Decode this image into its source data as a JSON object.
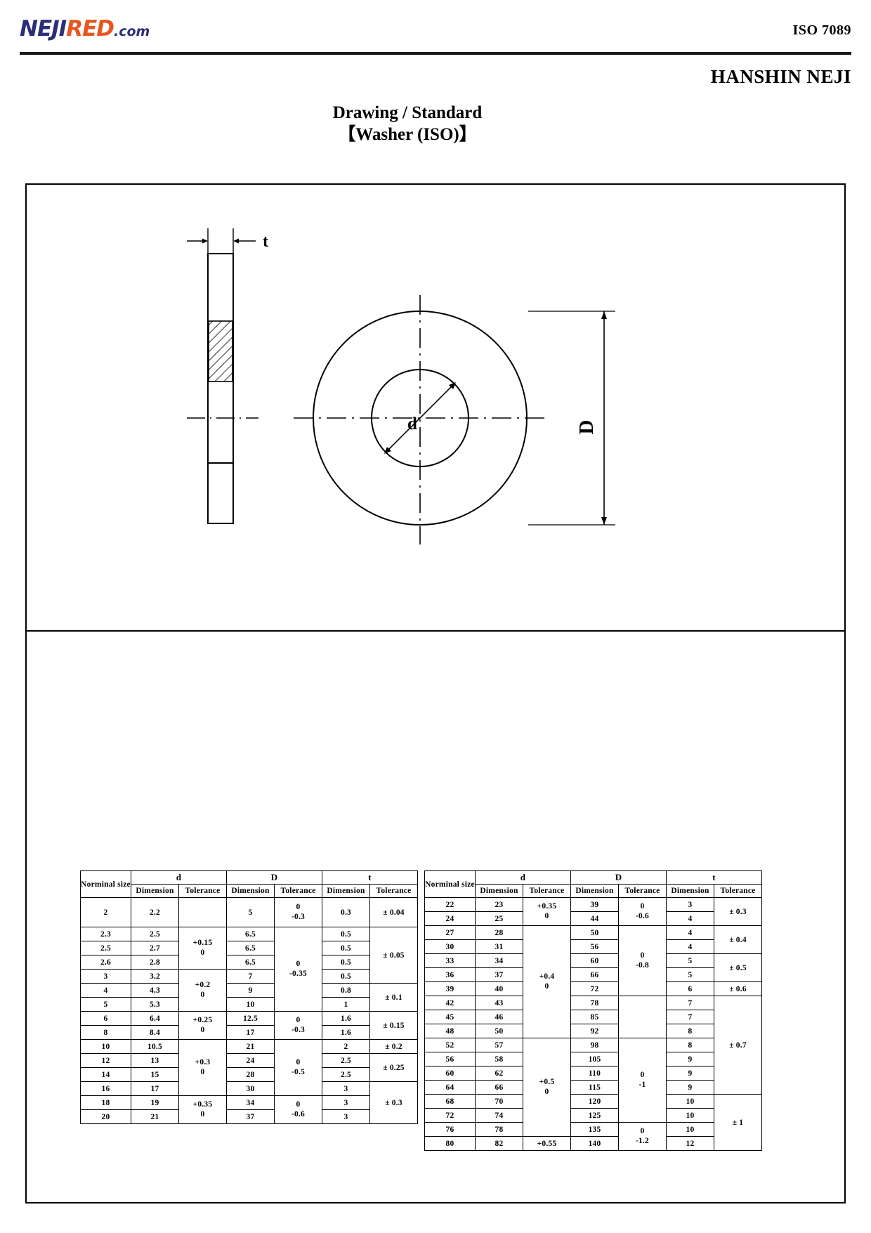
{
  "header": {
    "logo": {
      "part1": "NEJI",
      "part2": "RED",
      "part3": ".com",
      "color_navy": "#2b2f7a",
      "color_orange": "#e8561f"
    },
    "iso_code": "ISO 7089",
    "company": "HANSHIN NEJI"
  },
  "title": {
    "line1": "Drawing / Standard",
    "line2": "【Washer (ISO)】"
  },
  "drawing": {
    "label_t": "t",
    "label_d": "d",
    "label_D": "D"
  },
  "table_headers": {
    "nominal": "Norminal size",
    "group_d": "d",
    "group_D": "D",
    "group_t": "t",
    "dimension": "Dimension",
    "tolerance": "Tolerance"
  },
  "chart_data": {
    "type": "table",
    "title": "ISO 7089 Washer dimensions",
    "columns": [
      "Norminal size",
      "d Dimension",
      "d Tolerance",
      "D Dimension",
      "D Tolerance",
      "t Dimension",
      "t Tolerance"
    ],
    "left_table": {
      "rows": [
        {
          "nominal": "2",
          "d_dim": "2.2",
          "D_dim": "5",
          "t_dim": "0.3"
        },
        {
          "nominal": "2.3",
          "d_dim": "2.5",
          "D_dim": "6.5",
          "t_dim": "0.5"
        },
        {
          "nominal": "2.5",
          "d_dim": "2.7",
          "D_dim": "6.5",
          "t_dim": "0.5"
        },
        {
          "nominal": "2.6",
          "d_dim": "2.8",
          "D_dim": "6.5",
          "t_dim": "0.5"
        },
        {
          "nominal": "3",
          "d_dim": "3.2",
          "D_dim": "7",
          "t_dim": "0.5"
        },
        {
          "nominal": "4",
          "d_dim": "4.3",
          "D_dim": "9",
          "t_dim": "0.8"
        },
        {
          "nominal": "5",
          "d_dim": "5.3",
          "D_dim": "10",
          "t_dim": "1"
        },
        {
          "nominal": "6",
          "d_dim": "6.4",
          "D_dim": "12.5",
          "t_dim": "1.6"
        },
        {
          "nominal": "8",
          "d_dim": "8.4",
          "D_dim": "17",
          "t_dim": "1.6"
        },
        {
          "nominal": "10",
          "d_dim": "10.5",
          "D_dim": "21",
          "t_dim": "2"
        },
        {
          "nominal": "12",
          "d_dim": "13",
          "D_dim": "24",
          "t_dim": "2.5"
        },
        {
          "nominal": "14",
          "d_dim": "15",
          "D_dim": "28",
          "t_dim": "2.5"
        },
        {
          "nominal": "16",
          "d_dim": "17",
          "D_dim": "30",
          "t_dim": "3"
        },
        {
          "nominal": "18",
          "d_dim": "19",
          "D_dim": "34",
          "t_dim": "3"
        },
        {
          "nominal": "20",
          "d_dim": "21",
          "D_dim": "37",
          "t_dim": "3"
        }
      ],
      "d_tolerance_groups": [
        {
          "value": "",
          "rows": 1
        },
        {
          "value": "+0.15\n0",
          "rows": 3
        },
        {
          "value": "+0.2\n0",
          "rows": 3
        },
        {
          "value": "+0.25\n0",
          "rows": 2
        },
        {
          "value": "+0.3\n0",
          "rows": 4
        },
        {
          "value": "+0.35\n0",
          "rows": 2
        }
      ],
      "D_tolerance_groups": [
        {
          "value": "0\n-0.3",
          "rows": 1
        },
        {
          "value": "0\n-0.35",
          "rows": 6
        },
        {
          "value": "0\n-0.3",
          "rows": 2
        },
        {
          "value": "0\n-0.5",
          "rows": 4
        },
        {
          "value": "0\n-0.6",
          "rows": 2
        }
      ],
      "t_tolerance_groups": [
        {
          "value": "± 0.04",
          "rows": 1
        },
        {
          "value": "± 0.05",
          "rows": 4
        },
        {
          "value": "± 0.1",
          "rows": 2
        },
        {
          "value": "± 0.15",
          "rows": 2
        },
        {
          "value": "± 0.2",
          "rows": 1
        },
        {
          "value": "± 0.25",
          "rows": 2
        },
        {
          "value": "± 0.3",
          "rows": 3
        }
      ]
    },
    "right_table": {
      "rows": [
        {
          "nominal": "22",
          "d_dim": "23",
          "D_dim": "39",
          "t_dim": "3"
        },
        {
          "nominal": "24",
          "d_dim": "25",
          "D_dim": "44",
          "t_dim": "4"
        },
        {
          "nominal": "27",
          "d_dim": "28",
          "D_dim": "50",
          "t_dim": "4"
        },
        {
          "nominal": "30",
          "d_dim": "31",
          "D_dim": "56",
          "t_dim": "4"
        },
        {
          "nominal": "33",
          "d_dim": "34",
          "D_dim": "60",
          "t_dim": "5"
        },
        {
          "nominal": "36",
          "d_dim": "37",
          "D_dim": "66",
          "t_dim": "5"
        },
        {
          "nominal": "39",
          "d_dim": "40",
          "D_dim": "72",
          "t_dim": "6"
        },
        {
          "nominal": "42",
          "d_dim": "43",
          "D_dim": "78",
          "t_dim": "7"
        },
        {
          "nominal": "45",
          "d_dim": "46",
          "D_dim": "85",
          "t_dim": "7"
        },
        {
          "nominal": "48",
          "d_dim": "50",
          "D_dim": "92",
          "t_dim": "8"
        },
        {
          "nominal": "52",
          "d_dim": "57",
          "D_dim": "98",
          "t_dim": "8"
        },
        {
          "nominal": "56",
          "d_dim": "58",
          "D_dim": "105",
          "t_dim": "9"
        },
        {
          "nominal": "60",
          "d_dim": "62",
          "D_dim": "110",
          "t_dim": "9"
        },
        {
          "nominal": "64",
          "d_dim": "66",
          "D_dim": "115",
          "t_dim": "9"
        },
        {
          "nominal": "68",
          "d_dim": "70",
          "D_dim": "120",
          "t_dim": "10"
        },
        {
          "nominal": "72",
          "d_dim": "74",
          "D_dim": "125",
          "t_dim": "10"
        },
        {
          "nominal": "76",
          "d_dim": "78",
          "D_dim": "135",
          "t_dim": "10"
        },
        {
          "nominal": "80",
          "d_dim": "82",
          "D_dim": "140",
          "t_dim": "12"
        }
      ],
      "d_tolerance_groups": [
        {
          "value": "+0.35\n0",
          "rows": 2
        },
        {
          "value": "+0.4\n0",
          "rows": 8
        },
        {
          "value": "+0.5\n0",
          "rows": 7
        },
        {
          "value": "+0.55",
          "rows": 1
        }
      ],
      "D_tolerance_groups": [
        {
          "value": "0\n-0.6",
          "rows": 2
        },
        {
          "value": "0\n-0.8",
          "rows": 5
        },
        {
          "value": "",
          "rows": 3
        },
        {
          "value": "0\n-1",
          "rows": 6
        },
        {
          "value": "0\n-1.2",
          "rows": 2
        }
      ],
      "t_tolerance_groups": [
        {
          "value": "± 0.3",
          "rows": 2
        },
        {
          "value": "± 0.4",
          "rows": 2
        },
        {
          "value": "± 0.5",
          "rows": 2
        },
        {
          "value": "± 0.6",
          "rows": 1
        },
        {
          "value": "± 0.7",
          "rows": 7
        },
        {
          "value": "± 1",
          "rows": 4
        }
      ]
    }
  }
}
